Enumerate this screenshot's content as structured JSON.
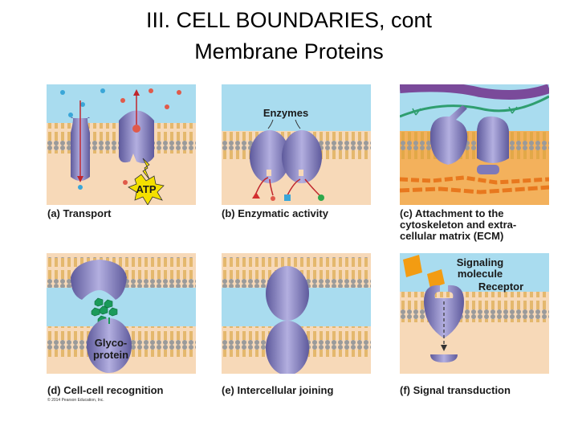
{
  "title": {
    "line1": "III.  CELL BOUNDARIES, cont",
    "line2": "Membrane Proteins"
  },
  "panels": [
    {
      "caption": "(a) Transport",
      "labels": {
        "atp": "ATP"
      }
    },
    {
      "caption": "(b) Enzymatic activity",
      "labels": {
        "enzymes": "Enzymes"
      }
    },
    {
      "caption_lines": [
        "(c) Attachment to the",
        "cytoskeleton and extra-",
        "cellular matrix (ECM)"
      ]
    },
    {
      "caption": "(d) Cell-cell recognition",
      "labels": {
        "glyco1": "Glyco-",
        "glyco2": "protein"
      }
    },
    {
      "caption": "(e) Intercellular joining"
    },
    {
      "caption": "(f) Signal transduction",
      "labels": {
        "signal1": "Signaling",
        "signal2": "molecule",
        "receptor": "Receptor"
      }
    }
  ],
  "copyright": "© 2014 Pearson Education, Inc.",
  "colors": {
    "extracellular": "#a9dcef",
    "cytoplasm": "#f7d9b8",
    "head": "#9a9a9a",
    "tail": "#d7a33a",
    "protein": "#8b86c6",
    "protein_dark": "#5e5a9c",
    "arrow": "#c0262c",
    "atp": "#f4e000"
  }
}
